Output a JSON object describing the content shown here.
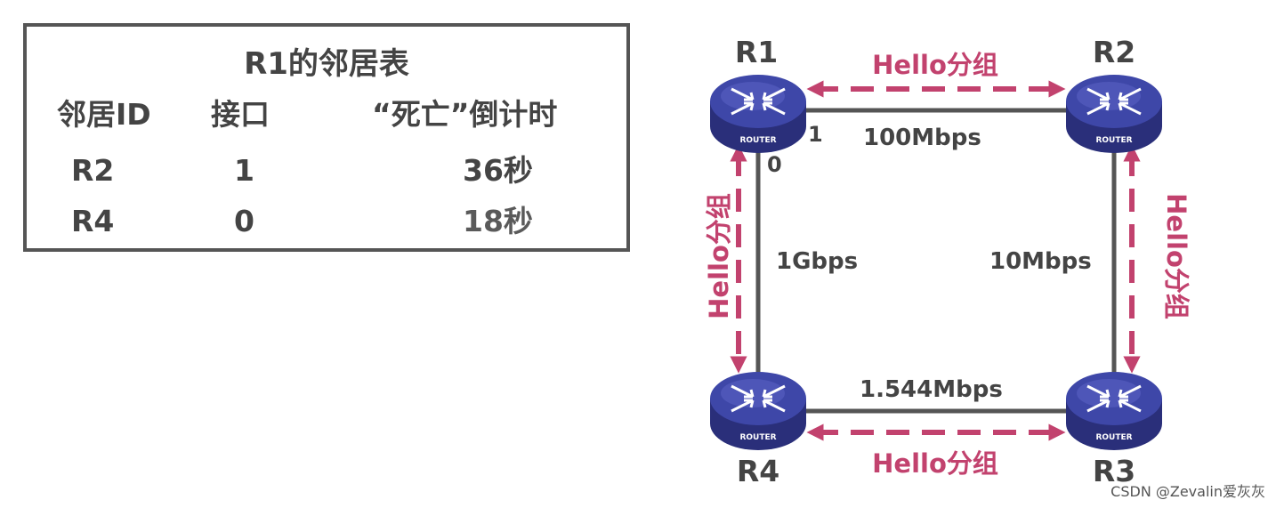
{
  "neighbor_table": {
    "title": "R1的邻居表",
    "headers": [
      "邻居ID",
      "接口",
      "“死亡”倒计时"
    ],
    "rows": [
      [
        "R2",
        "1",
        "36秒"
      ],
      [
        "R4",
        "0",
        "18秒"
      ]
    ]
  },
  "topology": {
    "routers": [
      {
        "id": "r1",
        "name": "R1",
        "device_label": "ROUTER"
      },
      {
        "id": "r2",
        "name": "R2",
        "device_label": "ROUTER"
      },
      {
        "id": "r3",
        "name": "R3",
        "device_label": "ROUTER"
      },
      {
        "id": "r4",
        "name": "R4",
        "device_label": "ROUTER"
      }
    ],
    "links": [
      {
        "id": "r1-r2",
        "bandwidth": "100Mbps"
      },
      {
        "id": "r1-r4",
        "bandwidth": "1Gbps"
      },
      {
        "id": "r2-r3",
        "bandwidth": "10Mbps"
      },
      {
        "id": "r4-r3",
        "bandwidth": "1.544Mbps"
      }
    ],
    "interfaces": {
      "r1_to_r2": "1",
      "r1_to_r4": "0"
    },
    "hello_label": "Hello分组"
  },
  "colors": {
    "hello_arrow": "#c2426e",
    "router_top": "#3e47a8",
    "router_side": "#2a2f7a",
    "link": "#555555",
    "text": "#444444"
  },
  "watermark": "CSDN @Zevalin爱灰灰"
}
